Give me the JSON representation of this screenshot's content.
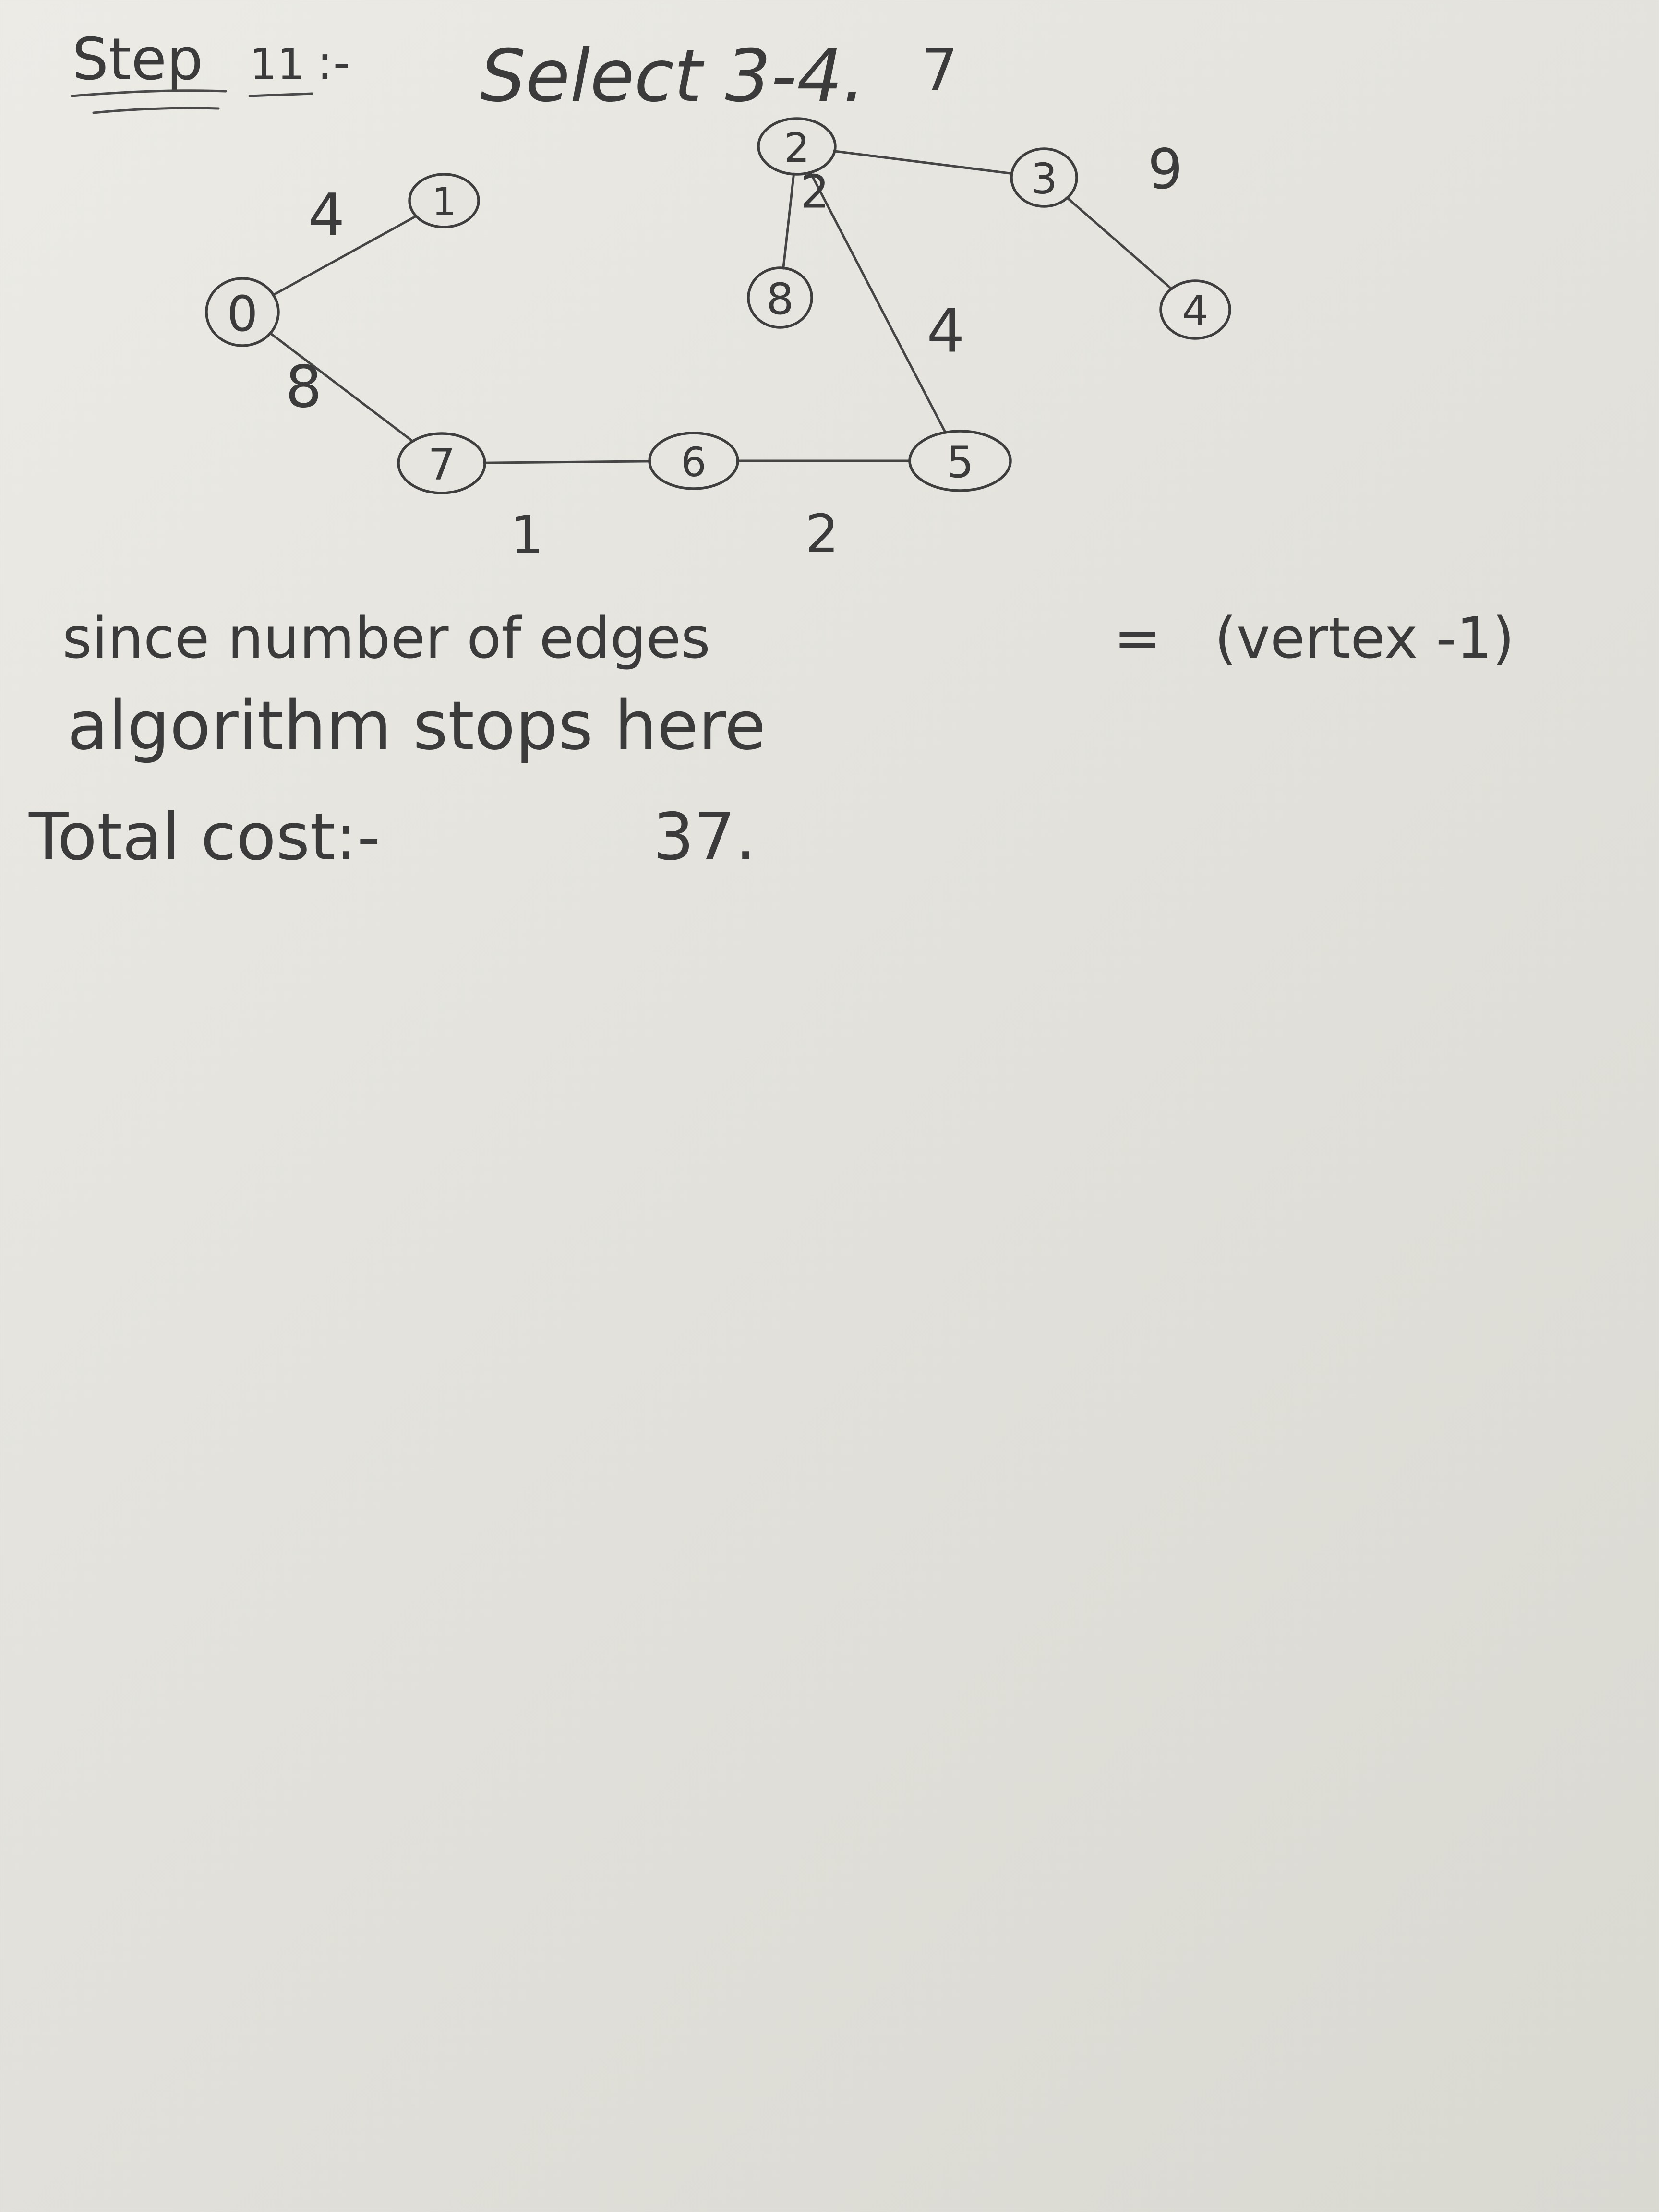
{
  "heading": {
    "step": "Step",
    "number": "11",
    "separator": ":-",
    "action": "Select 3-4."
  },
  "graph": {
    "nodes": [
      {
        "id": "0",
        "label": "0"
      },
      {
        "id": "1",
        "label": "1"
      },
      {
        "id": "2",
        "label": "2"
      },
      {
        "id": "3",
        "label": "3"
      },
      {
        "id": "4",
        "label": "4"
      },
      {
        "id": "5",
        "label": "5"
      },
      {
        "id": "6",
        "label": "6"
      },
      {
        "id": "7",
        "label": "7"
      },
      {
        "id": "8",
        "label": "8"
      }
    ],
    "edges": [
      {
        "from": "0",
        "to": "1",
        "weight": "4"
      },
      {
        "from": "0",
        "to": "7",
        "weight": "8"
      },
      {
        "from": "7",
        "to": "6",
        "weight": "1"
      },
      {
        "from": "6",
        "to": "5",
        "weight": "2"
      },
      {
        "from": "5",
        "to": "2",
        "weight": "4"
      },
      {
        "from": "2",
        "to": "8",
        "weight": "2"
      },
      {
        "from": "2",
        "to": "3",
        "weight": "7"
      },
      {
        "from": "3",
        "to": "4",
        "weight": "9"
      }
    ]
  },
  "conclusion": {
    "line1_left": "since number of edges",
    "line1_eq": "=",
    "line1_right": "(vertex -1)",
    "line2": "algorithm stops here",
    "total_label": "Total cost:-",
    "total_value": "37."
  }
}
